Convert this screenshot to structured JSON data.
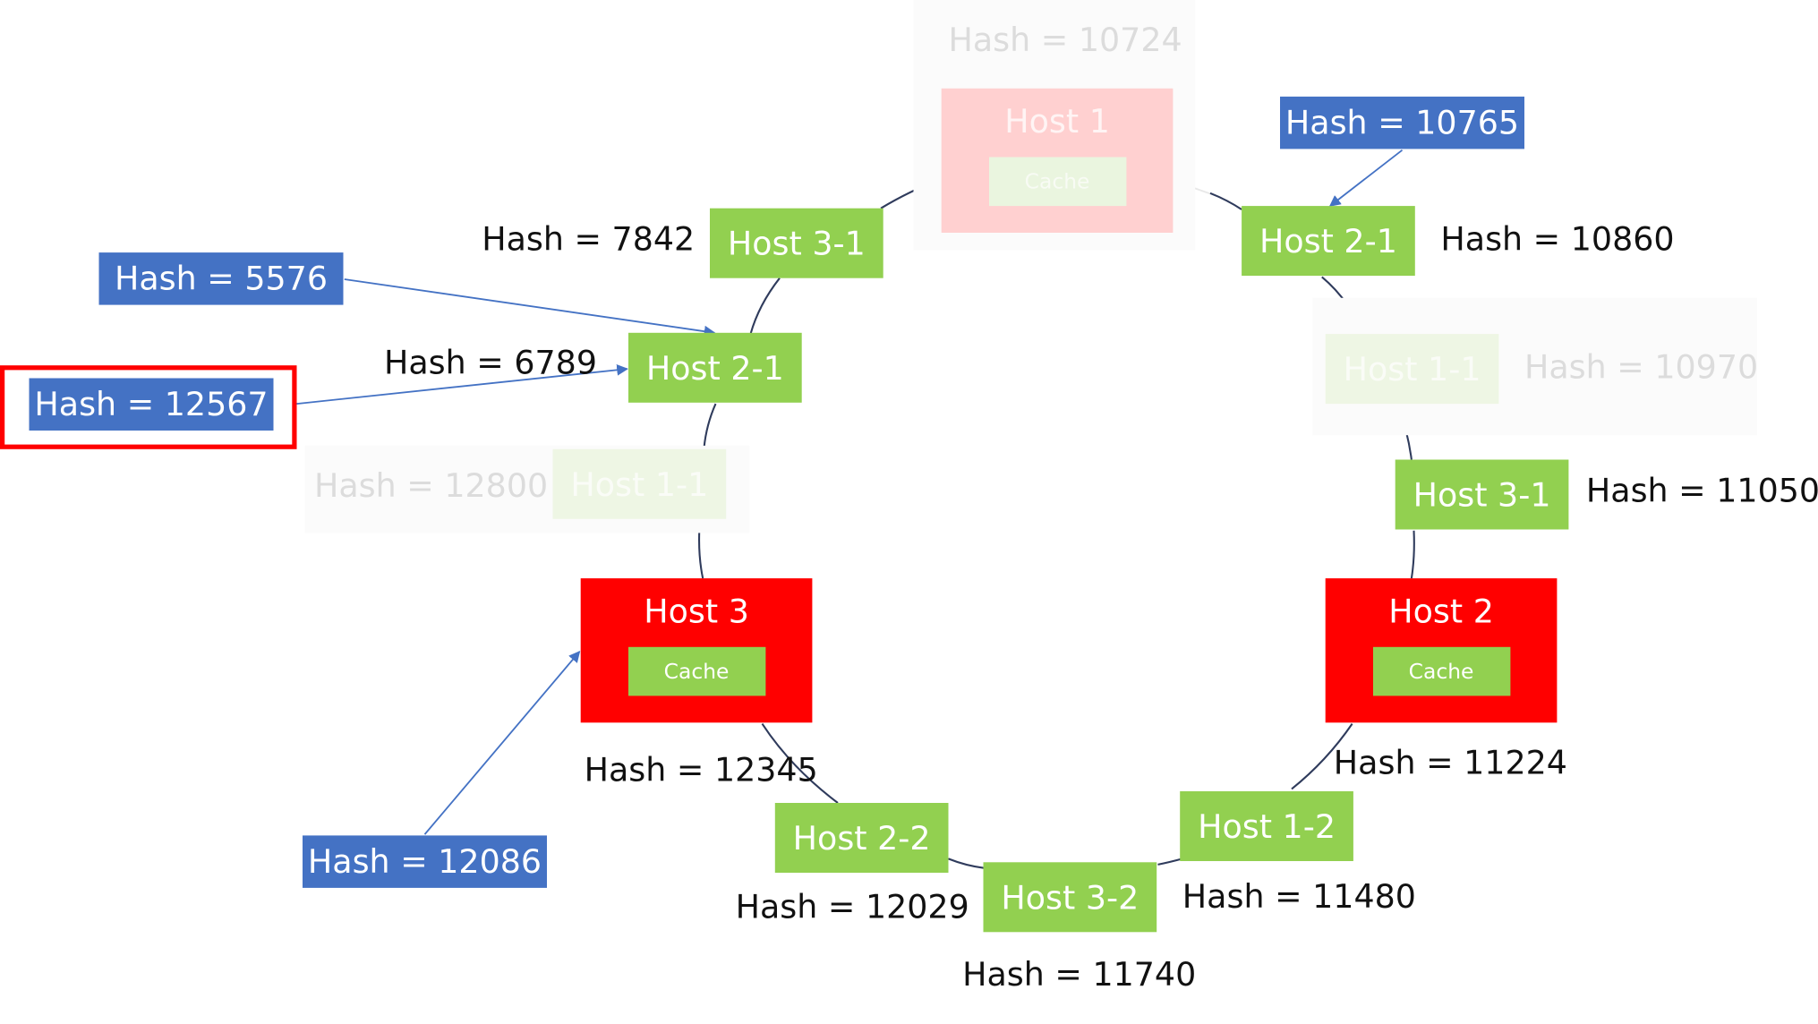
{
  "hosts": [
    {
      "id": "host1",
      "label": "Host 1",
      "cache": "Cache",
      "hash": "Hash = 10724",
      "faded": true
    },
    {
      "id": "host2",
      "label": "Host 2",
      "cache": "Cache",
      "hash": "Hash = 11224",
      "faded": false
    },
    {
      "id": "host3",
      "label": "Host 3",
      "cache": "Cache",
      "hash": "Hash = 12345",
      "faded": false
    }
  ],
  "virtual_nodes": [
    {
      "id": "vn-2-1-top",
      "label": "Host 2-1",
      "hash": "Hash = 10860",
      "faded": false
    },
    {
      "id": "vn-1-1-right",
      "label": "Host 1-1",
      "hash": "Hash = 10970",
      "faded": true
    },
    {
      "id": "vn-3-1-right",
      "label": "Host 3-1",
      "hash": "Hash = 11050",
      "faded": false
    },
    {
      "id": "vn-1-2",
      "label": "Host 1-2",
      "hash": "Hash = 11480",
      "faded": false
    },
    {
      "id": "vn-3-2",
      "label": "Host 3-2",
      "hash": "Hash = 11740",
      "faded": false
    },
    {
      "id": "vn-2-2",
      "label": "Host 2-2",
      "hash": "Hash = 12029",
      "faded": false
    },
    {
      "id": "vn-1-1-left",
      "label": "Host 1-1",
      "hash": "Hash = 12800",
      "faded": true
    },
    {
      "id": "vn-2-1-left",
      "label": "Host 2-1",
      "hash": "Hash = 6789",
      "faded": false
    },
    {
      "id": "vn-3-1-left",
      "label": "Host 3-1",
      "hash": "Hash = 7842",
      "faded": false
    }
  ],
  "requests": [
    {
      "id": "req-10765",
      "label": "Hash = 10765",
      "target": "vn-2-1-top",
      "highlighted": false
    },
    {
      "id": "req-5576",
      "label": "Hash = 5576",
      "target": "vn-2-1-left",
      "highlighted": false
    },
    {
      "id": "req-12567",
      "label": "Hash = 12567",
      "target": "vn-2-1-left",
      "highlighted": true
    },
    {
      "id": "req-12086",
      "label": "Hash = 12086",
      "target": "host3",
      "highlighted": false
    }
  ],
  "colors": {
    "host": "#ff0000",
    "virtual_node": "#92d050",
    "request": "#4472c4",
    "ring": "#2f3b5c",
    "highlight": "#ff0000"
  }
}
